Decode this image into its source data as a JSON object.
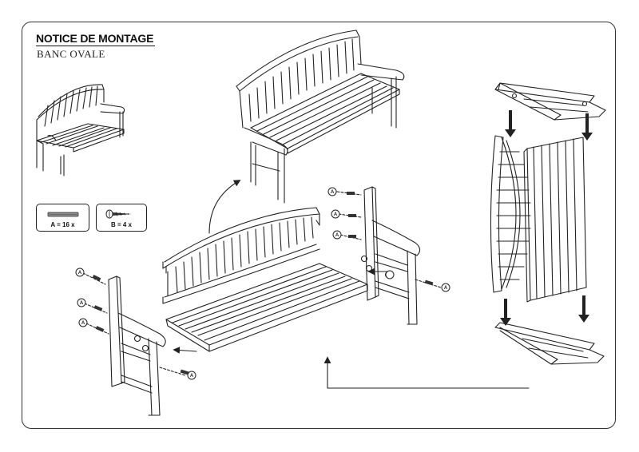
{
  "header": {
    "title": "NOTICE DE MONTAGE",
    "subtitle": "BANC OVALE"
  },
  "parts": [
    {
      "label": "A = 16 x",
      "icon": "dowel-icon"
    },
    {
      "label": "B = 4 x",
      "icon": "screw-icon"
    }
  ],
  "callout_letter": "A",
  "colors": {
    "line": "#222222",
    "background": "#ffffff"
  }
}
